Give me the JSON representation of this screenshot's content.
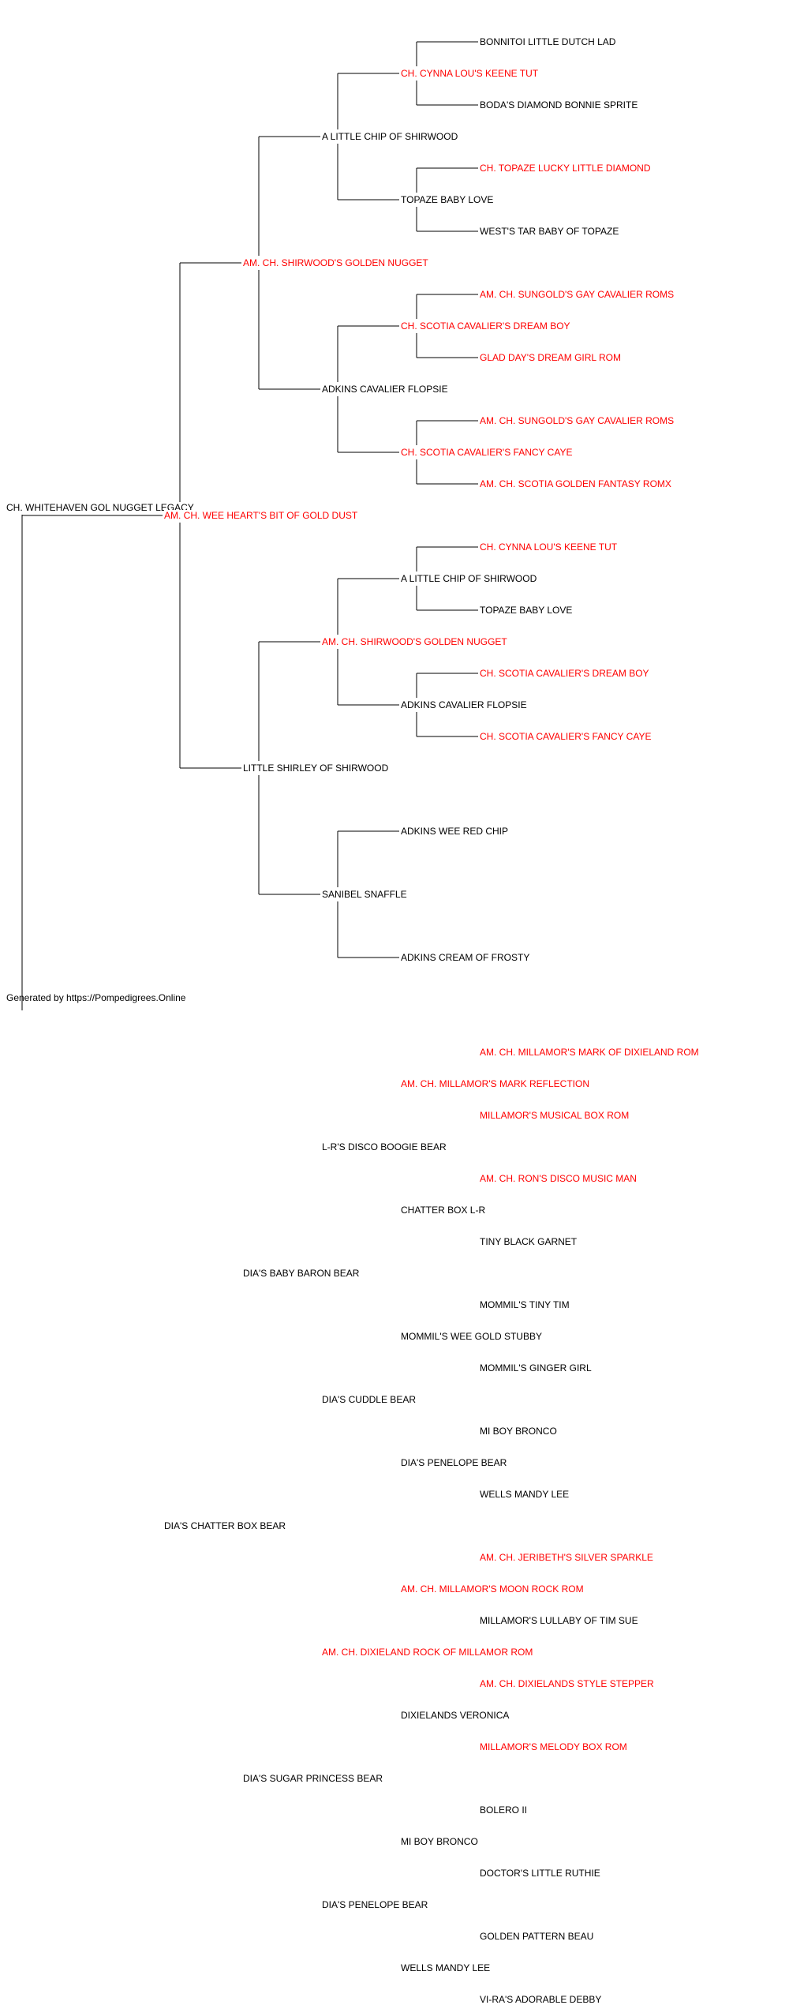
{
  "colors": {
    "champion": "#ff0000",
    "regular": "#000000",
    "line": "#000000"
  },
  "footer": "Generated by https://Pompedigrees.Online",
  "pedigree": {
    "name": "CH. WHITEHAVEN GOL NUGGET LEGACY",
    "champion": false,
    "sire": {
      "name": "AM. CH. WEE HEART'S BIT OF GOLD DUST",
      "champion": true,
      "sire": {
        "name": "AM. CH. SHIRWOOD'S GOLDEN NUGGET",
        "champion": true,
        "sire": {
          "name": "A LITTLE CHIP OF SHIRWOOD",
          "champion": false,
          "sire": {
            "name": "CH. CYNNA LOU'S KEENE TUT",
            "champion": true,
            "sire": {
              "name": "BONNITOI LITTLE DUTCH LAD",
              "champion": false
            },
            "dam": {
              "name": "BODA'S DIAMOND BONNIE SPRITE",
              "champion": false
            }
          },
          "dam": {
            "name": "TOPAZE BABY LOVE",
            "champion": false,
            "sire": {
              "name": "CH. TOPAZE LUCKY LITTLE DIAMOND",
              "champion": true
            },
            "dam": {
              "name": "WEST'S TAR BABY OF TOPAZE",
              "champion": false
            }
          }
        },
        "dam": {
          "name": "ADKINS CAVALIER FLOPSIE",
          "champion": false,
          "sire": {
            "name": "CH. SCOTIA CAVALIER'S DREAM BOY",
            "champion": true,
            "sire": {
              "name": "AM. CH. SUNGOLD'S GAY CAVALIER ROMS",
              "champion": true
            },
            "dam": {
              "name": "GLAD DAY'S DREAM GIRL ROM",
              "champion": true
            }
          },
          "dam": {
            "name": "CH. SCOTIA CAVALIER'S FANCY CAYE",
            "champion": true,
            "sire": {
              "name": "AM. CH. SUNGOLD'S GAY CAVALIER ROMS",
              "champion": true
            },
            "dam": {
              "name": "AM. CH. SCOTIA GOLDEN FANTASY ROMX",
              "champion": true
            }
          }
        }
      },
      "dam": {
        "name": "LITTLE SHIRLEY OF SHIRWOOD",
        "champion": false,
        "sire": {
          "name": "AM. CH. SHIRWOOD'S GOLDEN NUGGET",
          "champion": true,
          "sire": {
            "name": "A LITTLE CHIP OF SHIRWOOD",
            "champion": false,
            "sire": {
              "name": "CH. CYNNA LOU'S KEENE TUT",
              "champion": true
            },
            "dam": {
              "name": "TOPAZE BABY LOVE",
              "champion": false
            }
          },
          "dam": {
            "name": "ADKINS CAVALIER FLOPSIE",
            "champion": false,
            "sire": {
              "name": "CH. SCOTIA CAVALIER'S DREAM BOY",
              "champion": true
            },
            "dam": {
              "name": "CH. SCOTIA CAVALIER'S FANCY CAYE",
              "champion": true
            }
          }
        },
        "dam": {
          "name": "SANIBEL SNAFFLE",
          "champion": false,
          "sire": {
            "name": "ADKINS WEE RED CHIP",
            "champion": false
          },
          "dam": {
            "name": "ADKINS CREAM OF FROSTY",
            "champion": false
          }
        }
      }
    },
    "dam": {
      "name": "DIA'S CHATTER BOX BEAR",
      "champion": false,
      "sire": {
        "name": "DIA'S BABY BARON BEAR",
        "champion": false,
        "sire": {
          "name": "L-R'S DISCO BOOGIE BEAR",
          "champion": false,
          "sire": {
            "name": "AM. CH. MILLAMOR'S MARK REFLECTION",
            "champion": true,
            "sire": {
              "name": "AM. CH. MILLAMOR'S MARK OF DIXIELAND ROM",
              "champion": true
            },
            "dam": {
              "name": "MILLAMOR'S MUSICAL BOX ROM",
              "champion": true
            }
          },
          "dam": {
            "name": "CHATTER BOX L-R",
            "champion": false,
            "sire": {
              "name": "AM. CH. RON'S DISCO MUSIC MAN",
              "champion": true
            },
            "dam": {
              "name": "TINY BLACK GARNET",
              "champion": false
            }
          }
        },
        "dam": {
          "name": "DIA'S CUDDLE BEAR",
          "champion": false,
          "sire": {
            "name": "MOMMIL'S WEE GOLD STUBBY",
            "champion": false,
            "sire": {
              "name": "MOMMIL'S TINY TIM",
              "champion": false
            },
            "dam": {
              "name": "MOMMIL'S GINGER GIRL",
              "champion": false
            }
          },
          "dam": {
            "name": "DIA'S PENELOPE BEAR",
            "champion": false,
            "sire": {
              "name": "MI BOY BRONCO",
              "champion": false
            },
            "dam": {
              "name": "WELLS MANDY LEE",
              "champion": false
            }
          }
        }
      },
      "dam": {
        "name": "DIA'S SUGAR PRINCESS BEAR",
        "champion": false,
        "sire": {
          "name": "AM. CH. DIXIELAND ROCK OF MILLAMOR ROM",
          "champion": true,
          "sire": {
            "name": "AM. CH. MILLAMOR'S MOON ROCK ROM",
            "champion": true,
            "sire": {
              "name": "AM. CH. JERIBETH'S SILVER SPARKLE",
              "champion": true
            },
            "dam": {
              "name": "MILLAMOR'S LULLABY OF TIM SUE",
              "champion": false
            }
          },
          "dam": {
            "name": "DIXIELANDS VERONICA",
            "champion": false,
            "sire": {
              "name": "AM. CH. DIXIELANDS STYLE STEPPER",
              "champion": true
            },
            "dam": {
              "name": "MILLAMOR'S MELODY BOX ROM",
              "champion": true
            }
          }
        },
        "dam": {
          "name": "DIA'S PENELOPE BEAR",
          "champion": false,
          "sire": {
            "name": "MI BOY BRONCO",
            "champion": false,
            "sire": {
              "name": "BOLERO II",
              "champion": false
            },
            "dam": {
              "name": "DOCTOR'S LITTLE RUTHIE",
              "champion": false
            }
          },
          "dam": {
            "name": "WELLS MANDY LEE",
            "champion": false,
            "sire": {
              "name": "GOLDEN PATTERN BEAU",
              "champion": false
            },
            "dam": {
              "name": "VI-RA'S ADORABLE DEBBY",
              "champion": false
            }
          }
        }
      }
    }
  }
}
